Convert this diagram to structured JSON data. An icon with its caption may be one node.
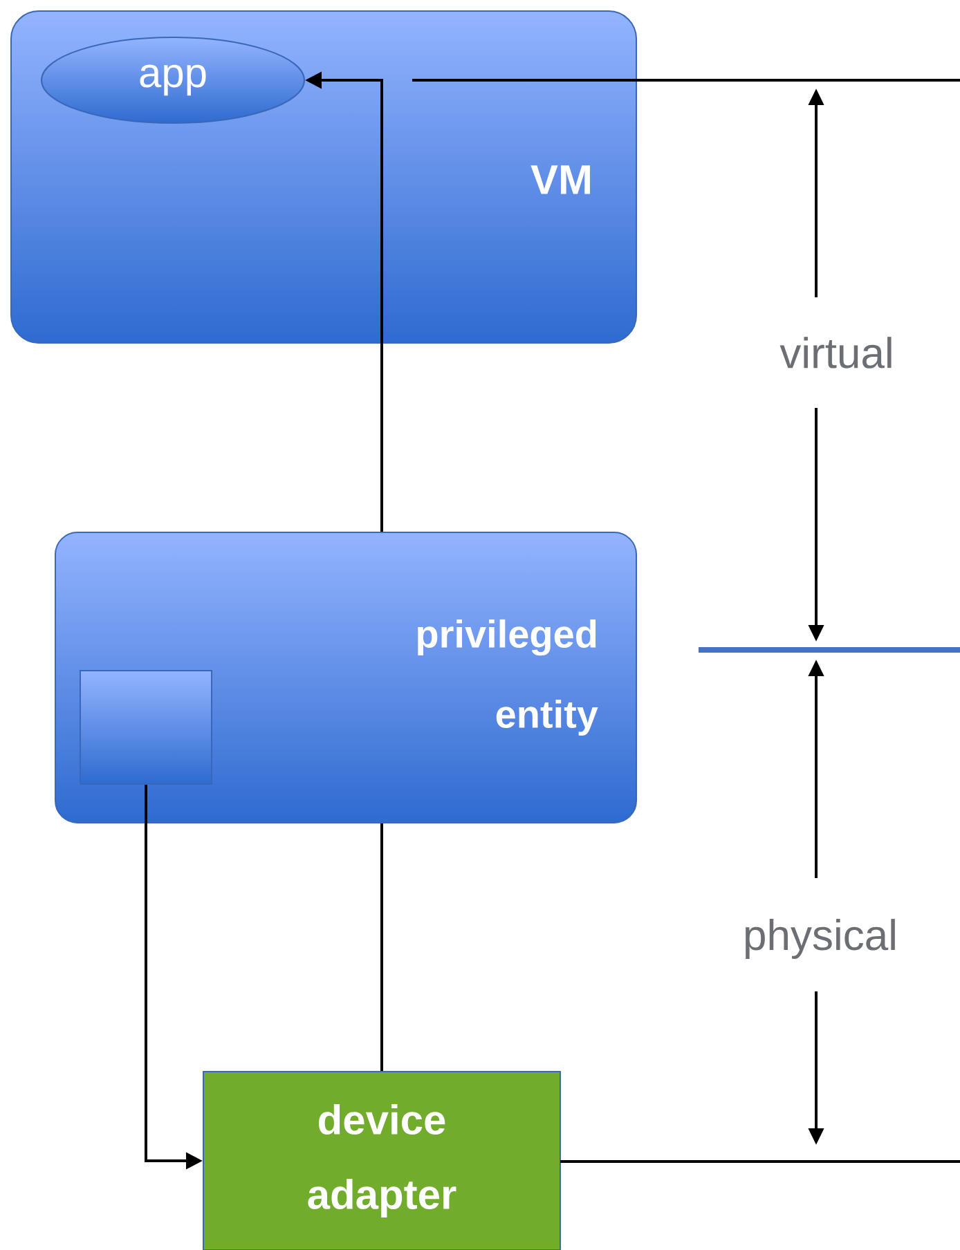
{
  "diagram": {
    "nodes": [
      {
        "text": [
          "VM"
        ]
      },
      {
        "text": [
          "app"
        ],
        "in": 0
      },
      {
        "text": [
          "privileged entity"
        ]
      },
      {
        "text": [],
        "shape": "box",
        "in": 2
      },
      {
        "text": [
          "device adapter"
        ]
      }
    ],
    "edges": [
      {
        "from": 4,
        "to": 2,
        "arrow": "none"
      },
      {
        "from": 2,
        "to": 1,
        "arrow": "to"
      },
      {
        "from": 3,
        "to": 4,
        "arrow": "to"
      }
    ],
    "labels": [
      "virtual",
      "physical"
    ]
  }
}
